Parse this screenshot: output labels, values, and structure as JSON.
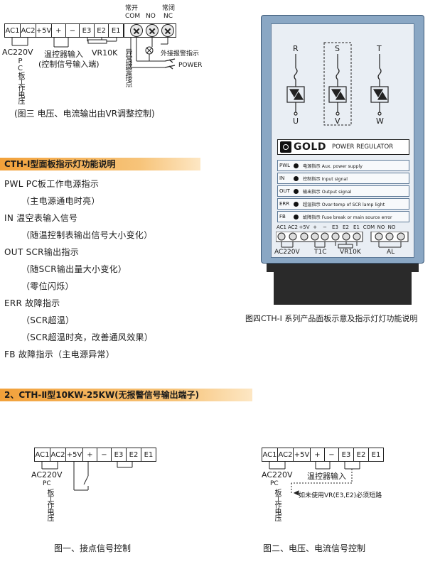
{
  "fig3": {
    "top_labels": {
      "changkai": "常开",
      "com": "COM",
      "no": "NO",
      "changbi": "常闭",
      "nc": "NC"
    },
    "terminals": [
      "AC1",
      "AC2",
      "+5V",
      "+",
      "−",
      "E3",
      "E2",
      "E1"
    ],
    "ac220v": "AC220V",
    "pc_vertical": "PC板工作电压",
    "wenkong": "温控器输入",
    "control_signal": "(控制信号输入端)",
    "vr10k": "VR10K",
    "alarm_vertical": "异常报警接点",
    "external_alarm": "外接报警指示",
    "power": "POWER",
    "caption": "(图三 电压、电流输出由VR调整控制)"
  },
  "section1": {
    "header": "CTH-Ⅰ型面板指示灯功能说明",
    "lines": [
      "PWL   PC板工作电源指示",
      "（主电源通电时亮）",
      "IN     温空表输入信号",
      "（随温控制表输出信号大小变化）",
      "OUT  SCR输出指示",
      "（随SCR输出量大小变化）",
      "（零位闪烁）",
      "ERR  故障指示",
      "（SCR超温）",
      "（SCR超温时亮，改善通风效果）",
      "FB    故障指示（主电源异常）"
    ]
  },
  "panel": {
    "phases_top": [
      "R",
      "S",
      "T"
    ],
    "phases_bottom": [
      "U",
      "V",
      "W"
    ],
    "brand": "GOLD",
    "subtitle": "POWER REGULATOR",
    "indicators": [
      {
        "code": "PWL",
        "desc": "电源指示 Aux. power supply"
      },
      {
        "code": "IN",
        "desc": "控制指示 Input signal"
      },
      {
        "code": "OUT",
        "desc": "输出指示 Output signal"
      },
      {
        "code": "ERR",
        "desc": "超温指示 Ovar-temp of SCR lamp light"
      },
      {
        "code": "FB",
        "desc": "故障指示 Fuse break or main source error"
      }
    ],
    "term_labels": [
      "AC1",
      "AC2",
      "+5V",
      "+",
      "−",
      "E3",
      "E2",
      "E1",
      "COM",
      "NO",
      "NO"
    ],
    "bottom_labels": {
      "ac220v": "AC220V",
      "t1c": "T1C",
      "vr10k": "VR10K",
      "al": "AL"
    },
    "caption": "图四CTH-Ⅰ 系列产品面板示意及指示灯灯功能说明"
  },
  "section2": {
    "header": "2、CTH-Ⅱ型10KW-25KW(无报警信号输出端子)"
  },
  "fig1": {
    "terminals": [
      "AC1",
      "AC2",
      "+5V",
      "+",
      "−",
      "E3",
      "E2",
      "E1"
    ],
    "ac220v": "AC220V",
    "pc_label": "PC",
    "pc_vertical": "板工作电压",
    "caption": "图一、接点信号控制"
  },
  "fig2": {
    "terminals": [
      "AC1",
      "AC2",
      "+5V",
      "+",
      "−",
      "E3",
      "E2",
      "E1"
    ],
    "ac220v": "AC220V",
    "wenkong": "温控器输入",
    "pc_label": "PC",
    "pc_vertical": "板工作电压",
    "note": "如未使用VR(E3,E2)必须短路",
    "caption": "图二、电压、电流信号控制"
  }
}
